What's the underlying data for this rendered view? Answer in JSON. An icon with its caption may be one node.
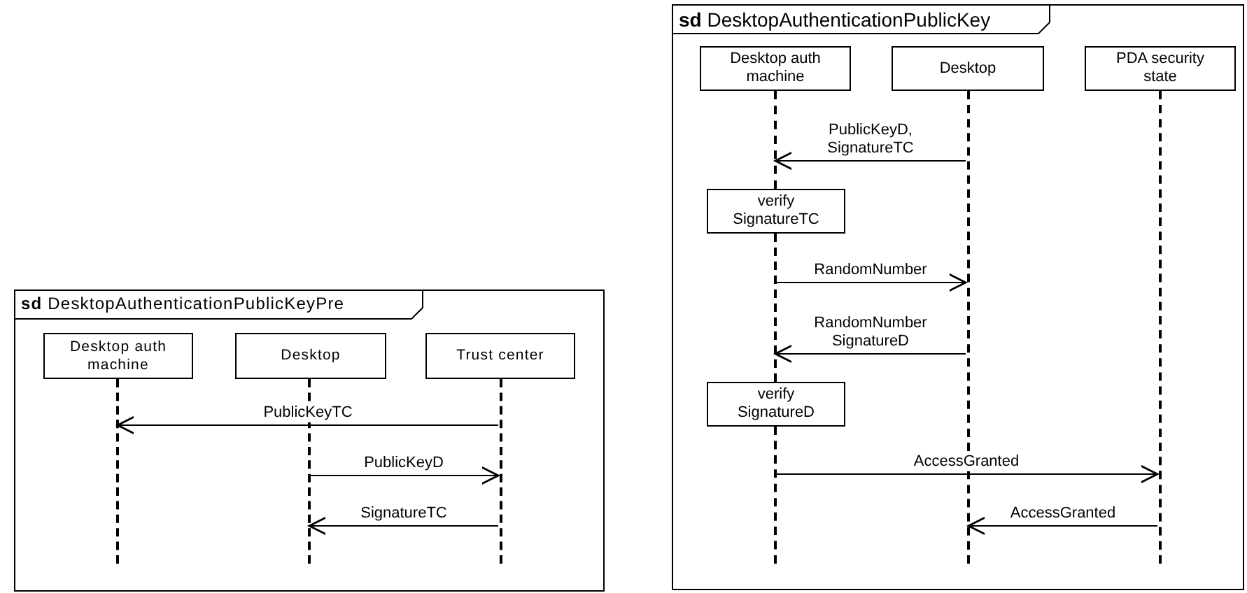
{
  "diagram": {
    "nodes": [
      {
        "text": [
          "**sd** DesktopAuthenticationPublicKeyPre"
        ]
      },
      {
        "text": [
          "Desktop auth machine"
        ],
        "in": 0
      },
      {
        "text": [
          "Desktop"
        ],
        "in": 0
      },
      {
        "text": [
          "Trust center"
        ],
        "in": 0
      },
      {
        "text": [],
        "shape": "line",
        "in": 0
      },
      {
        "text": [],
        "shape": "line",
        "in": 0
      },
      {
        "text": [],
        "shape": "line",
        "in": 0
      },
      {
        "text": [
          "**sd** DesktopAuthenticationPublicKey"
        ]
      },
      {
        "text": [
          "Desktop auth machine"
        ],
        "in": 7
      },
      {
        "text": [
          "Desktop"
        ],
        "in": 7
      },
      {
        "text": [
          "PDA security state"
        ],
        "in": 7
      },
      {
        "text": [],
        "shape": "line",
        "in": 7
      },
      {
        "text": [],
        "shape": "line",
        "in": 7
      },
      {
        "text": [],
        "shape": "line",
        "in": 7
      },
      {
        "text": [
          "verify SignatureTC"
        ],
        "in": 7
      },
      {
        "text": [
          "verify SignatureD"
        ],
        "in": 7
      },
      {
        "text": [],
        "shape": "line",
        "in": 7
      },
      {
        "text": [],
        "shape": "line",
        "in": 7
      }
    ],
    "edges": [
      {
        "from": 6,
        "to": 4,
        "arrow": "to",
        "label": "PublicKeyTC"
      },
      {
        "from": 5,
        "to": 6,
        "arrow": "to",
        "label": "PublicKeyD"
      },
      {
        "from": 6,
        "to": 5,
        "arrow": "to",
        "label": "SignatureTC"
      },
      {
        "from": 12,
        "to": 11,
        "arrow": "to",
        "label": "PublicKeyD, SignatureTC"
      },
      {
        "from": 16,
        "to": 12,
        "arrow": "to",
        "label": "RandomNumber"
      },
      {
        "from": 12,
        "to": 16,
        "arrow": "to",
        "label": "RandomNumber SignatureD"
      },
      {
        "from": 17,
        "to": 13,
        "arrow": "to",
        "label": "AccessGranted"
      },
      {
        "from": 13,
        "to": 12,
        "arrow": "to",
        "label": "AccessGranted"
      }
    ]
  }
}
